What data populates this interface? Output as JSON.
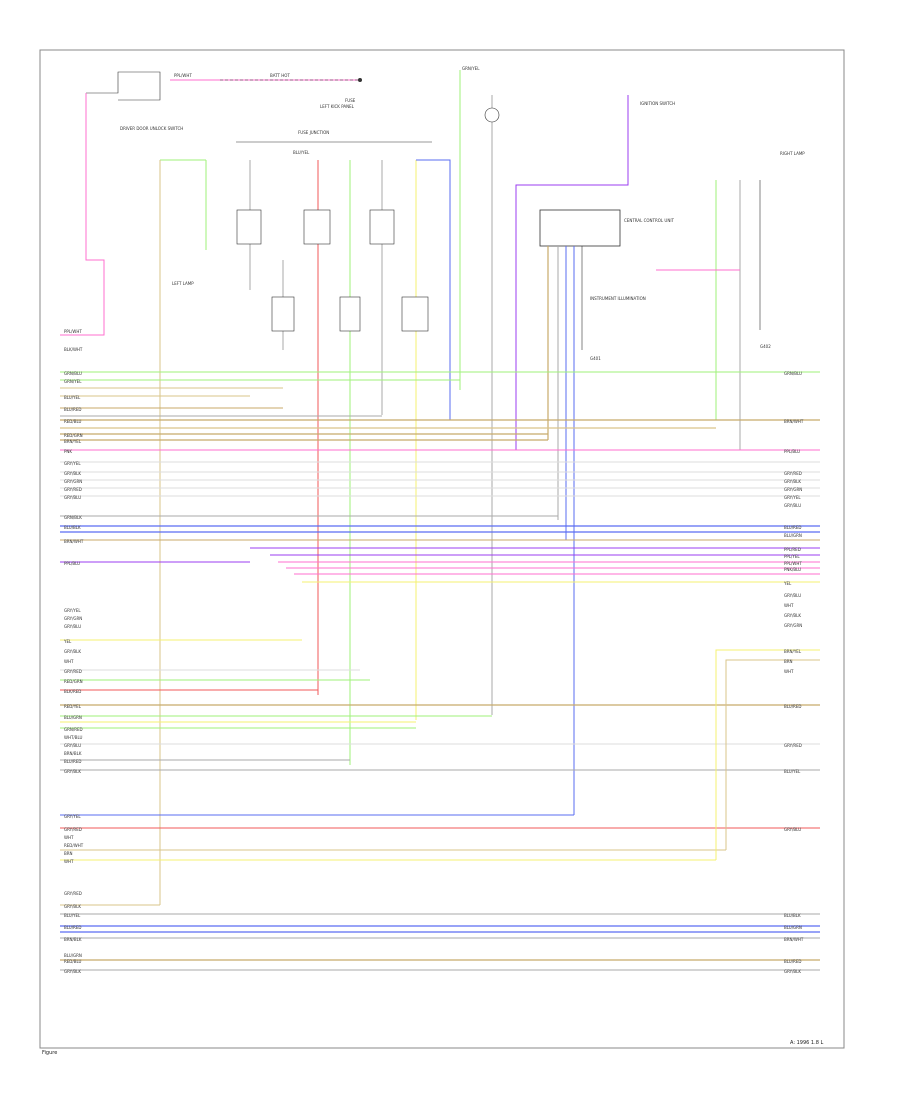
{
  "colors": {
    "pink": "#ff6fcf",
    "violet": "#9b3cf0",
    "green": "#9ff27a",
    "brown": "#c8aa6a",
    "tan": "#d9c48a",
    "red": "#f25a5a",
    "yellow": "#f4f070",
    "blue": "#5a6cf2",
    "gray": "#aaaaaa",
    "black": "#333333",
    "frame": "#888888"
  },
  "labels": {
    "pink_lead": "PPL/WHT",
    "hot_label": "BATT HOT",
    "fuse_label": "FUSE",
    "fuse_sub": "LEFT KICK PANEL",
    "junction": "FUSE JUNCTION",
    "sw_top": "BLU/YEL",
    "green_tag": "GRN/YEL",
    "door_switch": "DRIVER DOOR UNLOCK SWITCH",
    "ctrl_unit": "CENTRAL CONTROL UNIT",
    "ground1": "G401",
    "ground2": "G402",
    "ignition": "IGNITION SWITCH",
    "left_lamp": "LEFT LAMP",
    "right_lamp": "RIGHT LAMP",
    "illum": "INSTRUMENT ILLUMINATION",
    "footer_left": "Figure",
    "footer_right": "A: 1996 1.8 L"
  },
  "rows_left": [
    "PPL/WHT",
    "BLK/WHT",
    "GRN/BLU",
    "GRN/YEL",
    "BLU/YEL",
    "BLU/RED",
    "RED/BLU",
    "RED/GRN",
    "BRN/YEL",
    "PNK",
    "GRY/YEL",
    "GRY/BLK",
    "GRY/GRN",
    "GRY/RED",
    "GRY/BLU",
    "GRN/BLK",
    "BLU/BLK",
    "BRN/WHT",
    "PPL/BLU",
    "GRY/YEL",
    "GRY/GRN",
    "GRY/BLU",
    "YEL",
    "GRY/BLK",
    "WHT",
    "GRY/RED",
    "RED/GRN",
    "BLK/RED",
    "RED/YEL",
    "BLU/GRN",
    "GRN/RED",
    "WHT/BLU",
    "GRY/BLU",
    "BRN/BLK",
    "BLU/RED",
    "GRY/BLK",
    "GRY/YEL",
    "GRY/RED",
    "WHT",
    "RED/WHT",
    "BRN",
    "WHT",
    "GRY/RED",
    "GRY/BLK",
    "BLU/YEL",
    "BLU/RED",
    "BRN/BLK",
    "BLU/GRN",
    "RED/BLU",
    "GRY/BLK"
  ],
  "rows_right": [
    "GRN/BLU",
    "BRN/WHT",
    "PPL/BLU",
    "GRY/RED",
    "GRY/BLK",
    "GRY/GRN",
    "GRY/YEL",
    "GRY/BLU",
    "BLU/RED",
    "BLU/GRN",
    "PPL/RED",
    "PPL/YEL",
    "PPL/WHT",
    "PNK/BLU",
    "YEL",
    "GRY/BLU",
    "WHT",
    "GRY/BLK",
    "GRY/GRN",
    "BRN/YEL",
    "BRN",
    "WHT",
    "BLU/RED",
    "GRY/RED",
    "BLU/YEL",
    "GRY/BLU",
    "BLU/BLK",
    "BLU/GRN",
    "BRN/WHT",
    "BLU/RED",
    "GRY/BLK"
  ]
}
